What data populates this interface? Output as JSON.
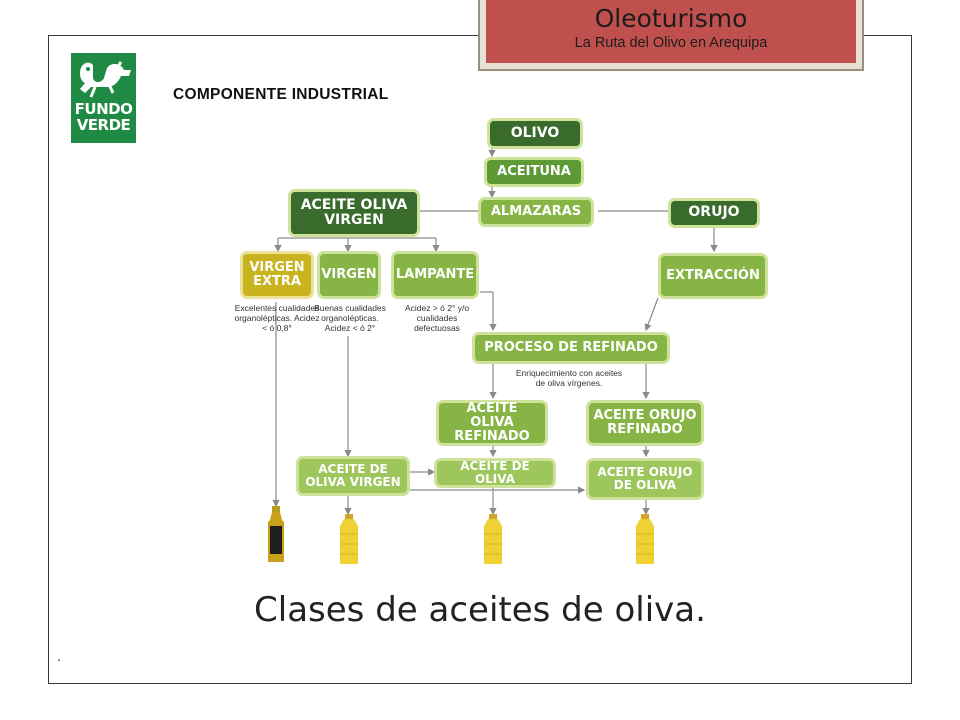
{
  "header": {
    "title": "Oleoturismo",
    "subtitle": "La Ruta del Olivo en Arequipa"
  },
  "logo": {
    "line1": "FUNDO",
    "line2": "VERDE"
  },
  "section_label": "COMPONENTE  INDUSTRIAL",
  "diagram": {
    "nodes": {
      "olivo": "OLIVO",
      "aceituna": "ACEITUNA",
      "almazaras": "ALMAZARAS",
      "aceite_oliva_virgen": "ACEITE OLIVA VIRGEN",
      "orujo": "ORUJO",
      "virgen_extra": "VIRGEN EXTRA",
      "virgen": "VIRGEN",
      "lampante": "LAMPANTE",
      "extraccion": "EXTRACCIÓN",
      "proceso_refinado": "PROCESO DE REFINADO",
      "aceite_oliva_refinado": "ACEITE OLIVA REFINADO",
      "aceite_orujo_refinado": "ACEITE ORUJO REFINADO",
      "aceite_oliva_virgen_final": "ACEITE DE OLIVA VIRGEN",
      "aceite_de_oliva": "ACEITE DE OLIVA",
      "aceite_orujo_de_oliva": "ACEITE ORUJO DE OLIVA"
    },
    "notes": {
      "virgen_extra": "Excelentes cualidades organolépticas. Acidez < ó 0,8°",
      "virgen": "Buenas cualidades organolépticas. Acidez < ó 2°",
      "lampante": "Acidez > ó 2° y/o cualidades defectuosas",
      "enriquecimiento": "Enriquecimiento con aceites de oliva vírgenes."
    }
  },
  "caption": "Clases de aceites de oliva.",
  "footer_mark": ".",
  "colors": {
    "header_fill": "#c0504d",
    "logo_green": "#1f8a43",
    "node_dark": "#386b2c",
    "node_mid": "#5d9a35",
    "node_light": "#86b546",
    "node_yellow": "#c9b41f"
  }
}
